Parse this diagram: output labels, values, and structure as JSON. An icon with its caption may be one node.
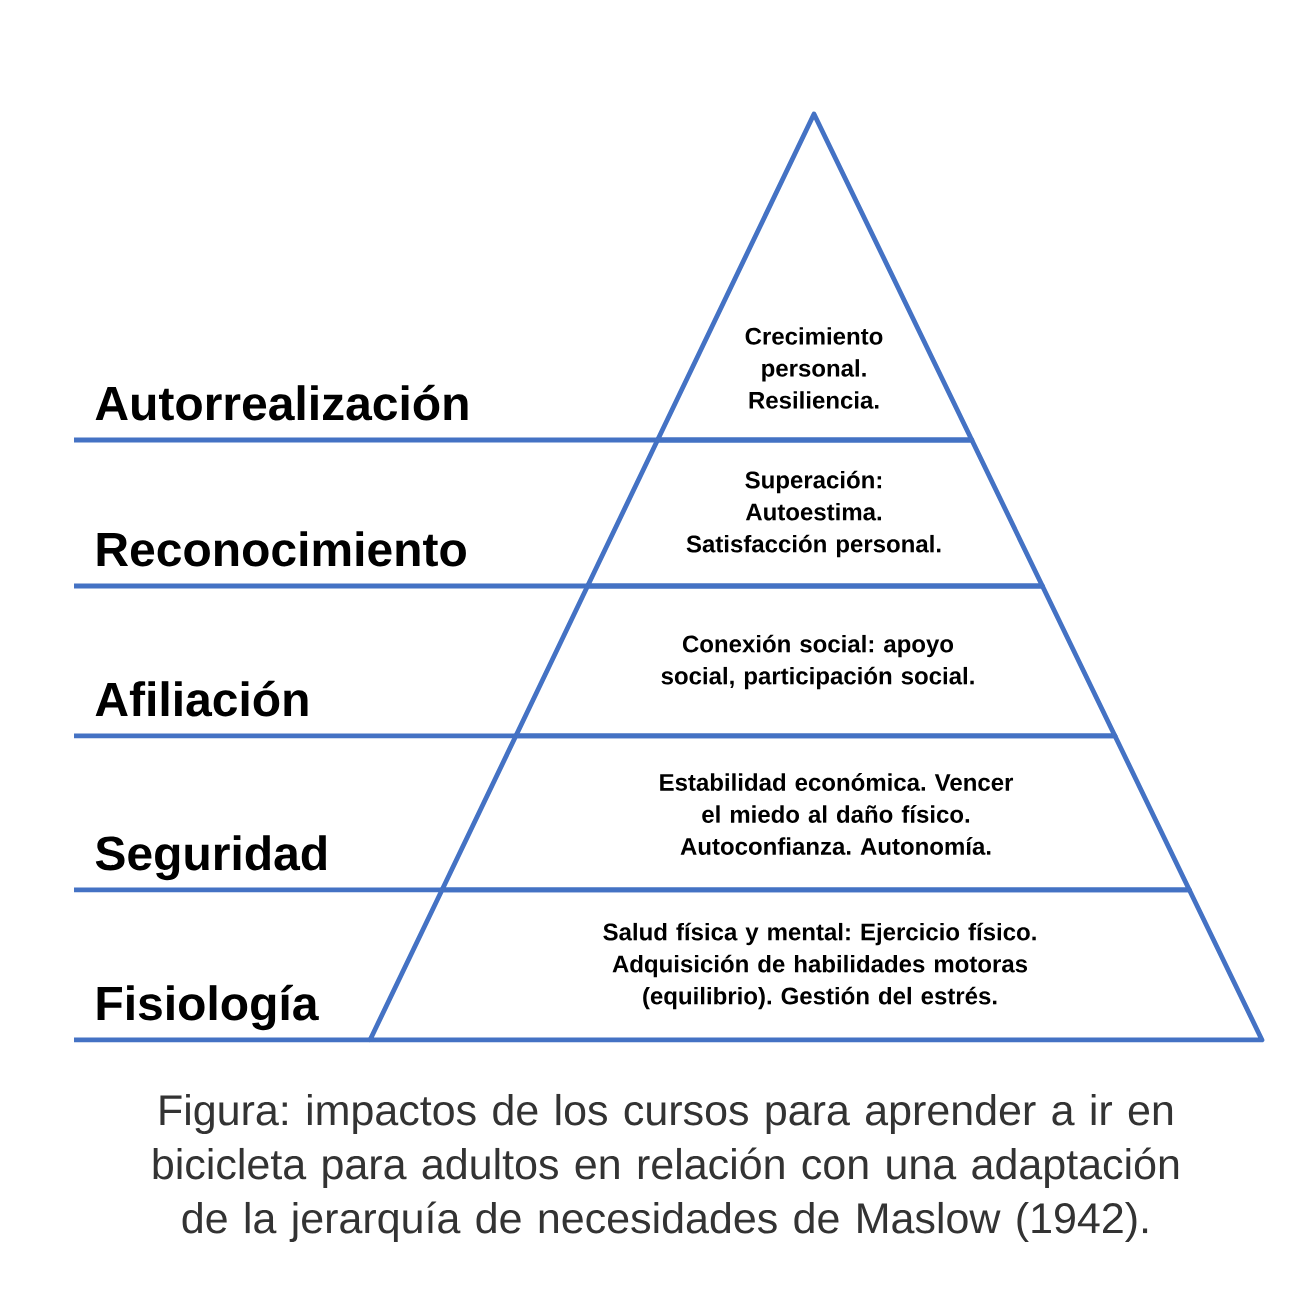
{
  "diagram": {
    "caption": "Figura: impactos de los cursos para aprender a ir en bicicleta para adultos en relación con una adaptación de la jerarquía de necesidades de Maslow (1942).",
    "nodes": [
      {
        "text": [
          "Crecimiento personal. Resiliencia."
        ]
      },
      {
        "text": [
          "Superación: Autoestima. Satisfacción personal."
        ]
      },
      {
        "text": [
          "Conexión social: apoyo social, participación social."
        ]
      },
      {
        "text": [
          "Estabilidad económica. Vencer el miedo al daño físico. Autoconfianza. Autonomía."
        ]
      },
      {
        "text": [
          "Salud física y mental: Ejercicio físico. Adquisición de habilidades motoras (equilibrio). Gestión del estrés."
        ]
      }
    ],
    "edges": [],
    "labels": [
      "Autorrealización",
      "Reconocimiento",
      "Afiliación",
      "Seguridad",
      "Fisiología"
    ]
  }
}
